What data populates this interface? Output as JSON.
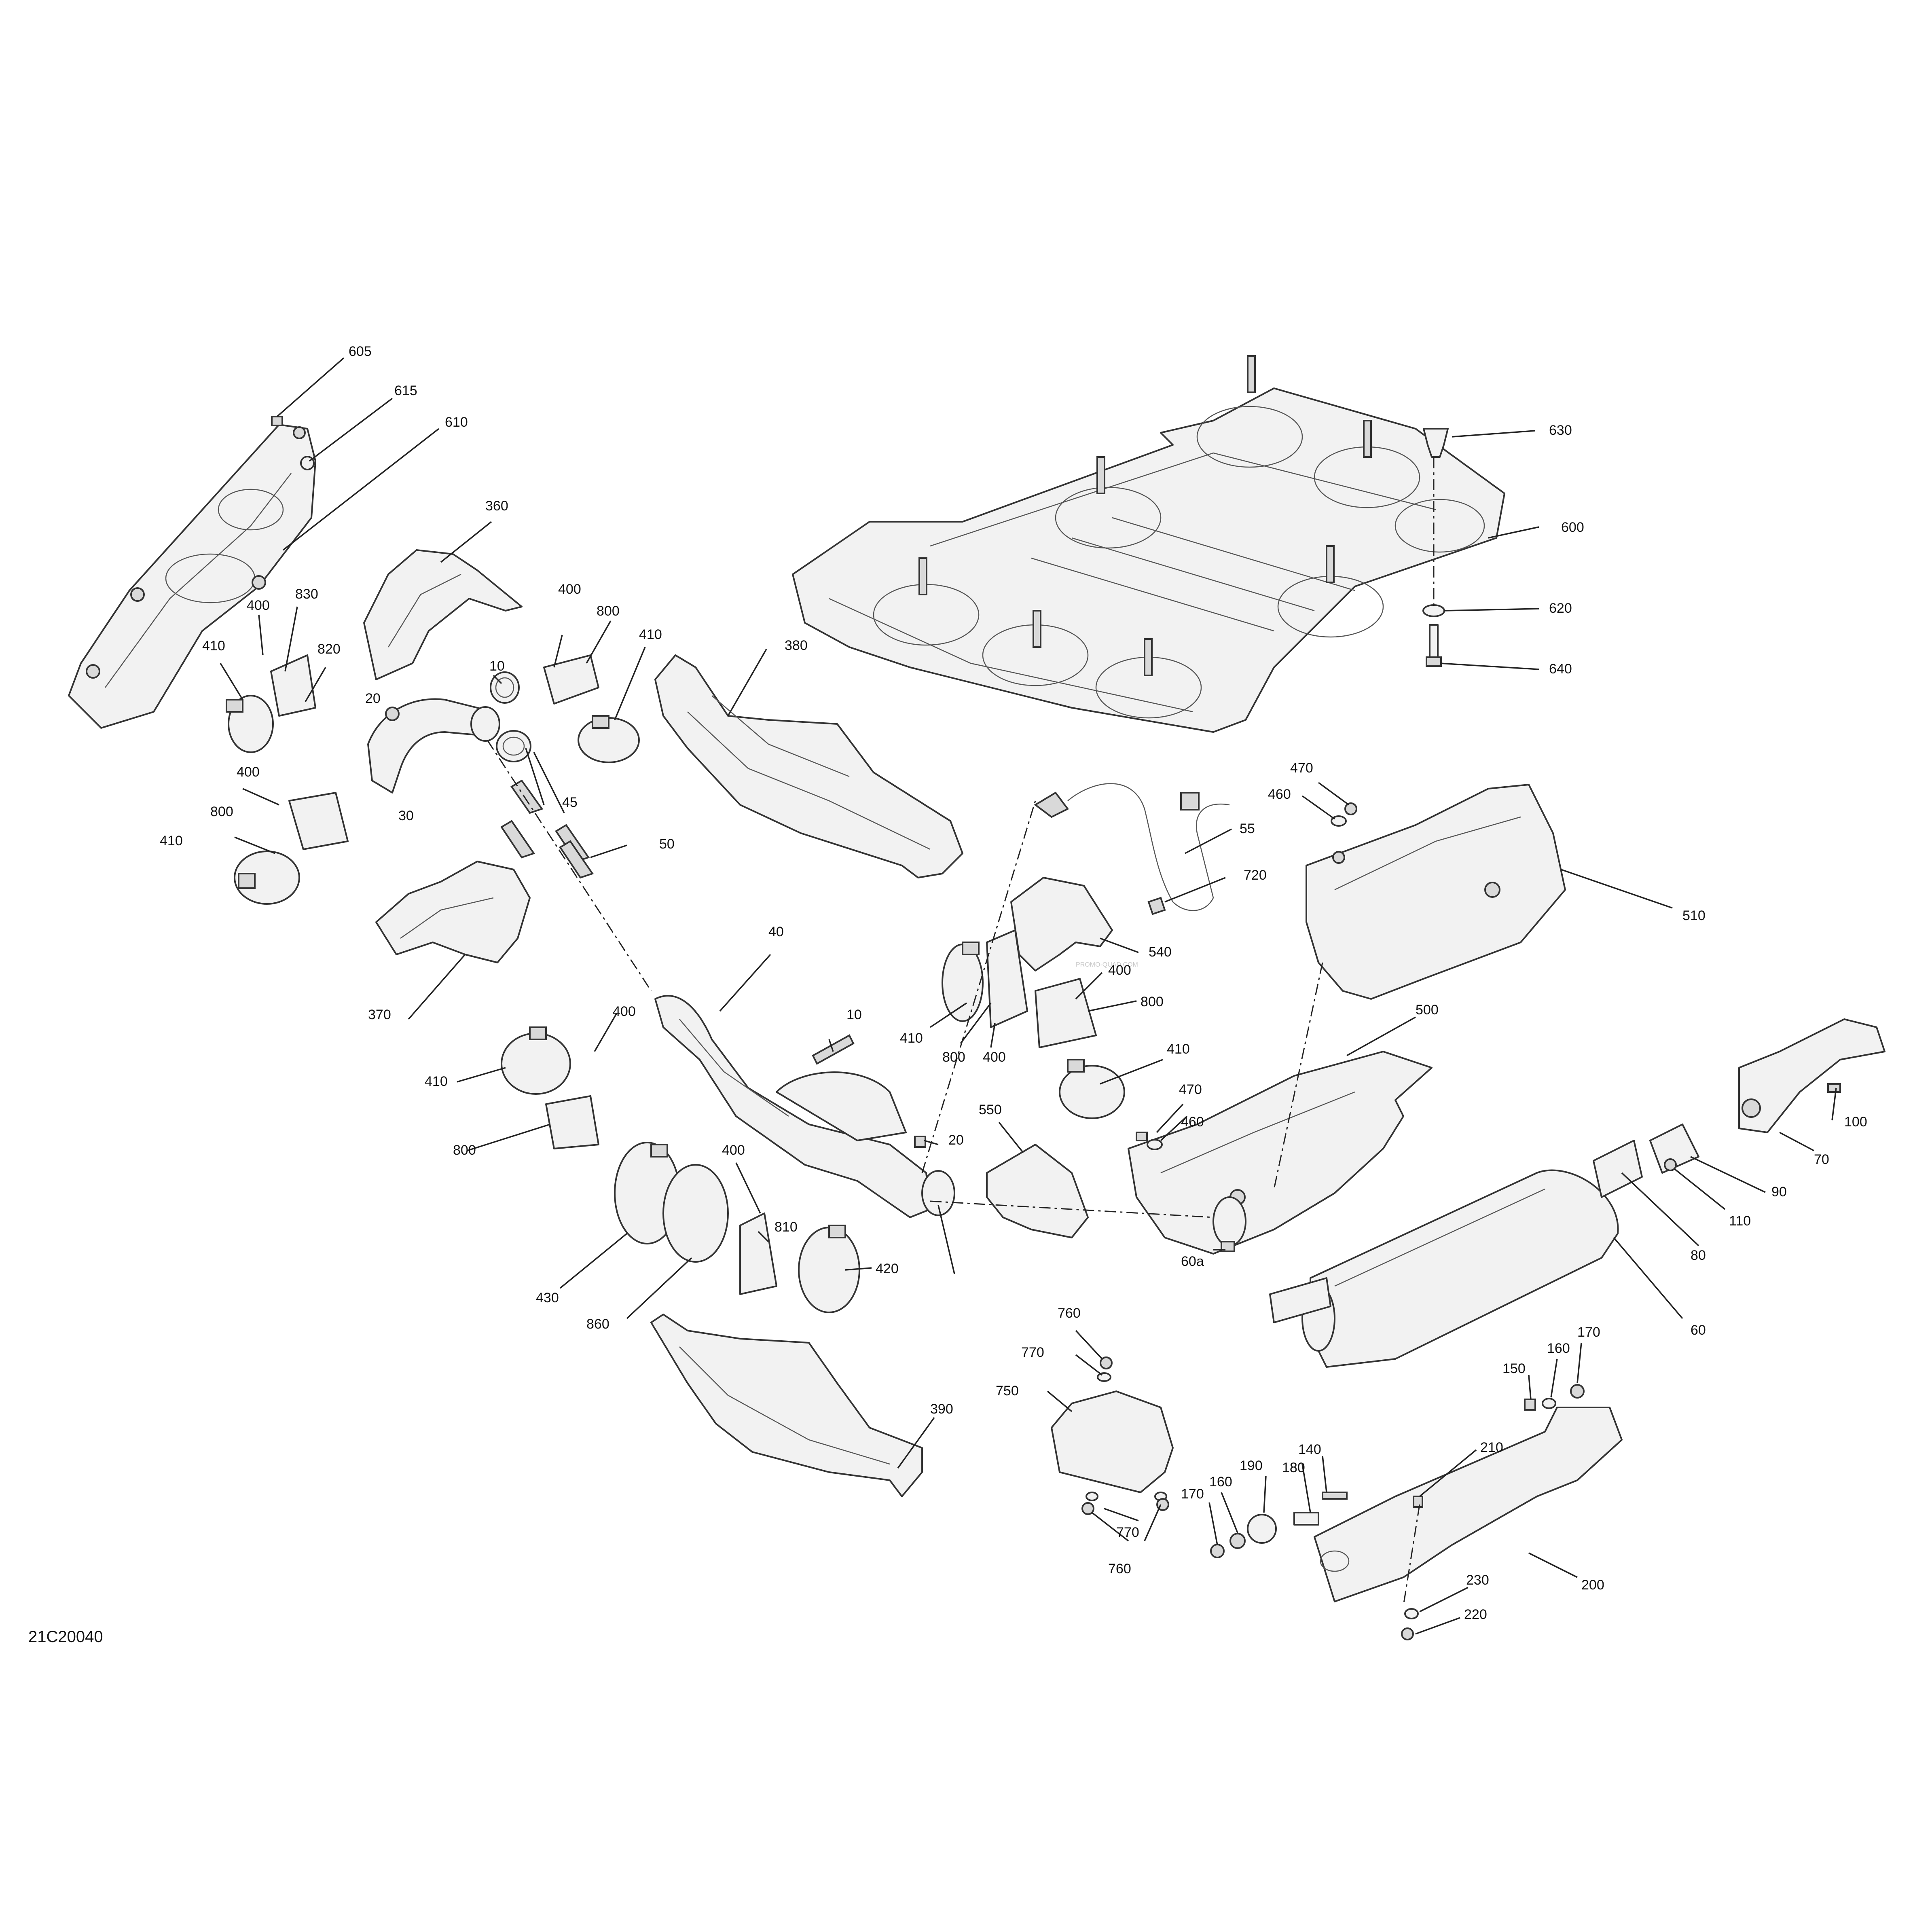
{
  "diagram": {
    "code": "21C20040",
    "watermark": "PROMO-QUAD.COM",
    "labels": {
      "l605": "605",
      "l615": "615",
      "l610": "610",
      "l360": "360",
      "l400a": "400",
      "l830": "830",
      "l820": "820",
      "l410a": "410",
      "l400b": "400",
      "l800a": "800",
      "l410b": "410",
      "l10a": "10",
      "l20a": "20",
      "l30": "30",
      "l45": "45",
      "l50": "50",
      "l370": "370",
      "l400c": "400",
      "l800b": "800",
      "l410c": "410",
      "l380": "380",
      "l630": "630",
      "l600": "600",
      "l620": "620",
      "l640": "640",
      "l470a": "470",
      "l460a": "460",
      "l55": "55",
      "l720": "720",
      "l510": "510",
      "l540": "540",
      "l400d": "400",
      "l800c": "800",
      "l410d": "410",
      "l410e": "410",
      "l800d": "800",
      "l400e": "400",
      "l40": "40",
      "l10b": "10",
      "l20b": "20",
      "l400f": "400",
      "l410f": "410",
      "l800e": "800",
      "l550": "550",
      "l500": "500",
      "l470b": "470",
      "l460b": "460",
      "l400g": "400",
      "l810": "810",
      "l420": "420",
      "l430": "430",
      "l860": "860",
      "l390": "390",
      "l100": "100",
      "l70": "70",
      "l90": "90",
      "l110": "110",
      "l80": "80",
      "l60": "60",
      "l60a": "60a",
      "l760a": "760",
      "l770a": "770",
      "l750": "750",
      "l770b": "770",
      "l760b": "760",
      "l170a": "170",
      "l160a": "160",
      "l150": "150",
      "l210": "210",
      "l140": "140",
      "l180": "180",
      "l190": "190",
      "l160b": "160",
      "l170b": "170",
      "l200": "200",
      "l230": "230",
      "l220": "220"
    }
  }
}
